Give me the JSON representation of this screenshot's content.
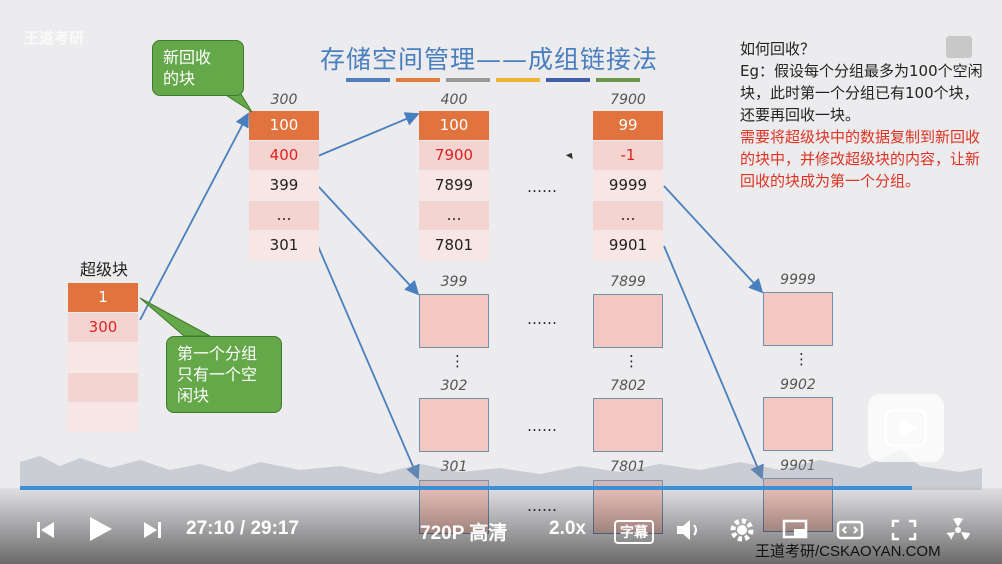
{
  "slide": {
    "title": "存储空间管理——成组链接法",
    "title_bar_colors": [
      "#4f7fbf",
      "#e07b39",
      "#9a9a9a",
      "#f0b530",
      "#3f5fa8",
      "#6a9a48"
    ],
    "superblock": {
      "label": "超级块",
      "cells": [
        "1",
        "300",
        "",
        "",
        ""
      ]
    },
    "group_300": {
      "header": "300",
      "cells": [
        "100",
        "400",
        "399",
        "…",
        "301"
      ]
    },
    "group_400": {
      "header": "400",
      "cells": [
        "100",
        "7900",
        "7899",
        "…",
        "7801"
      ]
    },
    "group_7900": {
      "header": "7900",
      "cells": [
        "99",
        "-1",
        "9999",
        "…",
        "9901"
      ]
    },
    "ellipsis": "……",
    "vdots": "⋮",
    "free_blocks": {
      "col1": [
        "399",
        "302",
        "301"
      ],
      "col2": [
        "7899",
        "7802",
        "7801"
      ],
      "col3": [
        "9999",
        "9902",
        "9901"
      ]
    },
    "callout_new_block": "新回收\n的块",
    "callout_first_group": "第一个分组\n只有一个空\n闲块",
    "note": {
      "line1": "如何回收？",
      "line2": "Eg：假设每个分组最多为100个空闲块，此时第一个分组已有100个块，还要再回收一块。",
      "line3_red": "需要将超级块中的数据复制到新回收的块中，并修改超级块的内容，让新回收的块成为第一个分组。"
    }
  },
  "player": {
    "current_time": "27:10",
    "separator": "/",
    "total_time": "29:17",
    "quality": "720P 高清",
    "speed": "2.0x",
    "subtitle_label": "字幕",
    "progress": 0.927,
    "accent_color": "#3a8fd6"
  },
  "watermark_top_left": "王道考研",
  "watermark_bottom_right": "王道考研/CSKAOYAN.COM"
}
